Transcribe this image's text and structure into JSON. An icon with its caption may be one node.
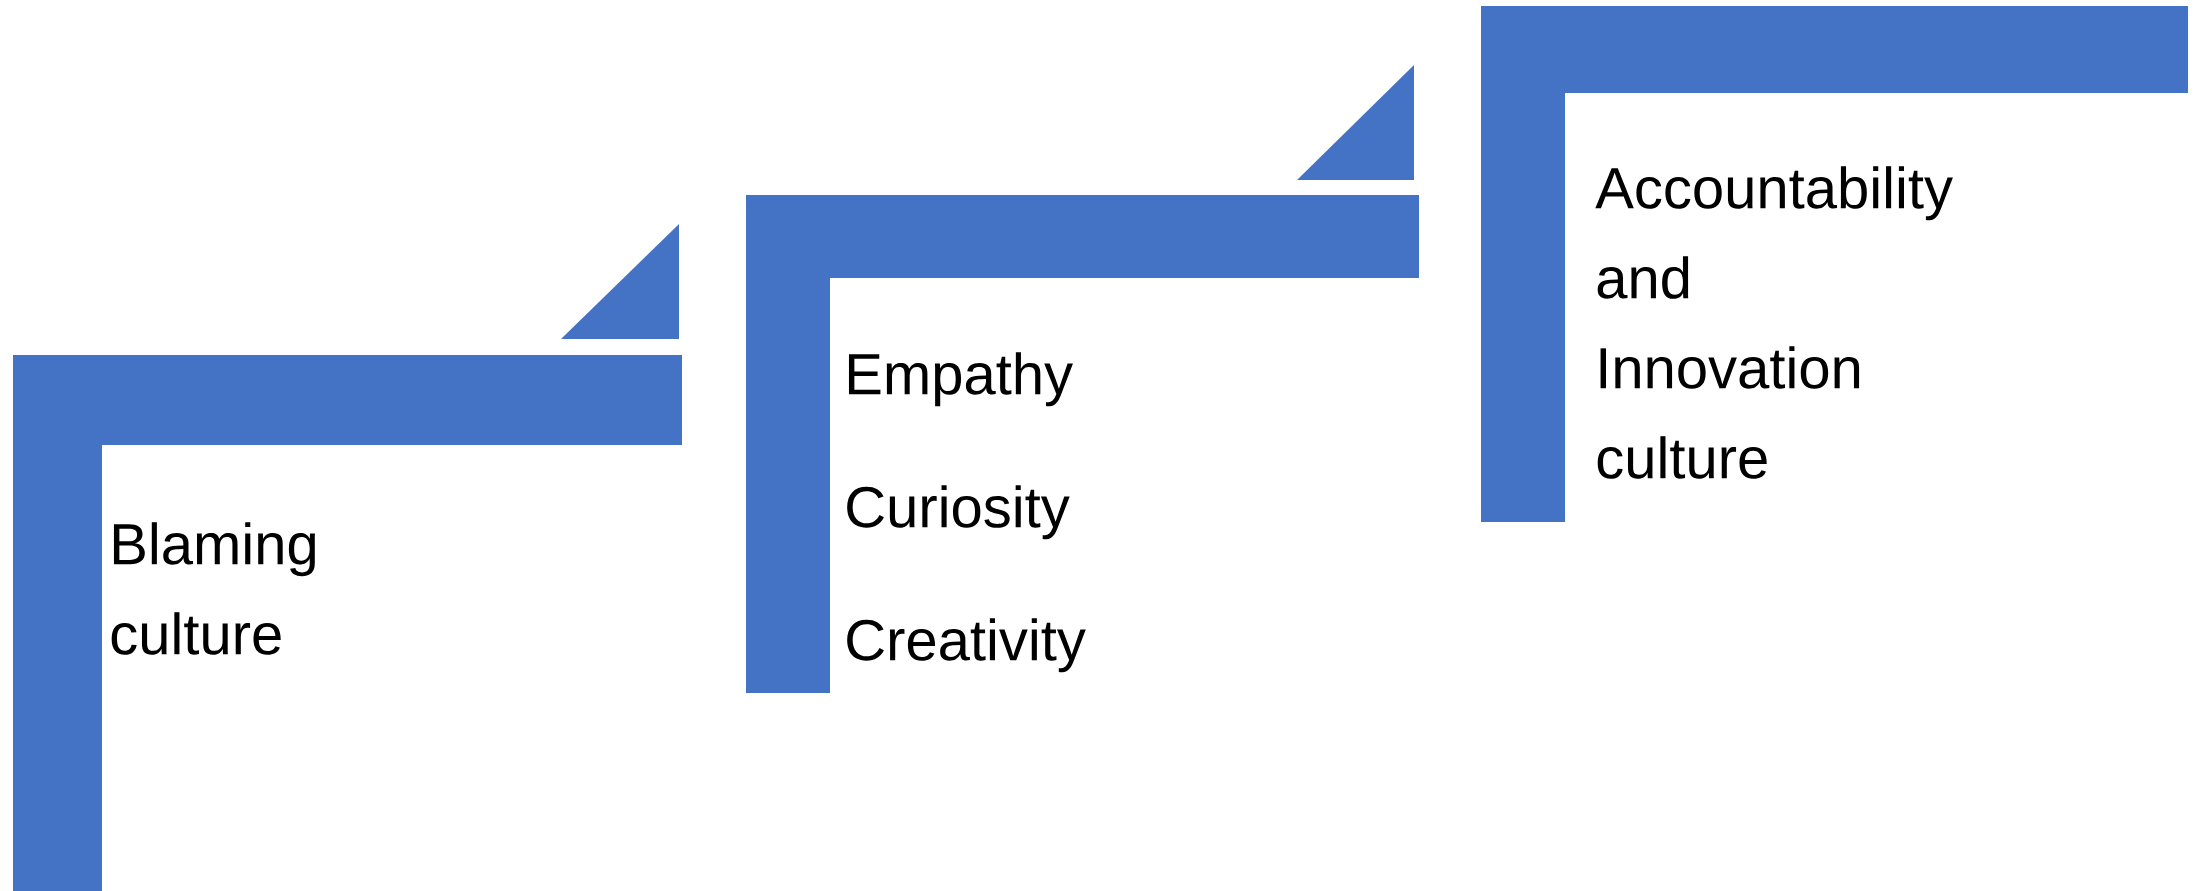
{
  "diagram": {
    "nodes": [
      {
        "text": [
          "Blaming culture"
        ]
      },
      {
        "text": [
          "Empathy",
          "Curiosity",
          "Creativity"
        ]
      },
      {
        "text": [
          "Accountability and Innovation culture"
        ]
      }
    ]
  }
}
